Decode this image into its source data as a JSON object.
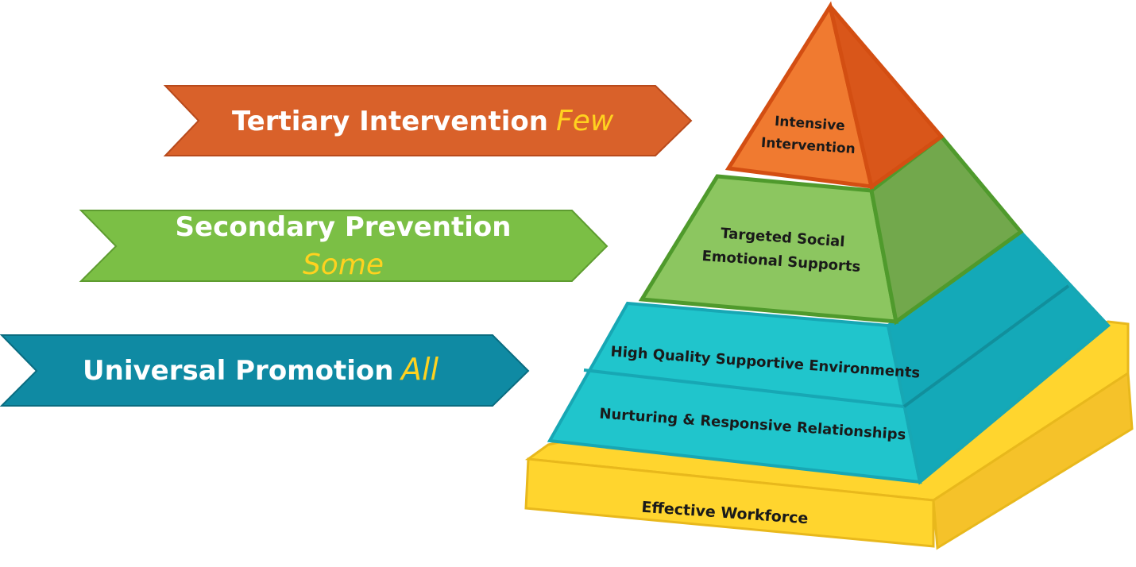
{
  "arrows": [
    {
      "title": "Tertiary Intervention",
      "qualifier": "Few",
      "color": "#d9612a"
    },
    {
      "title": "Secondary Prevention",
      "qualifier": "Some",
      "color": "#7bbf45"
    },
    {
      "title": "Universal Promotion",
      "qualifier": "All",
      "color": "#0f8aa3"
    }
  ],
  "pyramid": {
    "tiers": [
      {
        "lines": [
          "Intensive",
          "Intervention"
        ],
        "color": "#f07a30"
      },
      {
        "lines": [
          "Targeted Social",
          "Emotional Supports"
        ],
        "color": "#8cc660"
      },
      {
        "lines": [
          "High Quality Supportive Environments"
        ],
        "color": "#20c5cc"
      },
      {
        "lines": [
          "Nurturing & Responsive Relationships"
        ],
        "color": "#20c5cc"
      }
    ],
    "base": {
      "label": "Effective Workforce",
      "color": "#ffd52e"
    }
  }
}
